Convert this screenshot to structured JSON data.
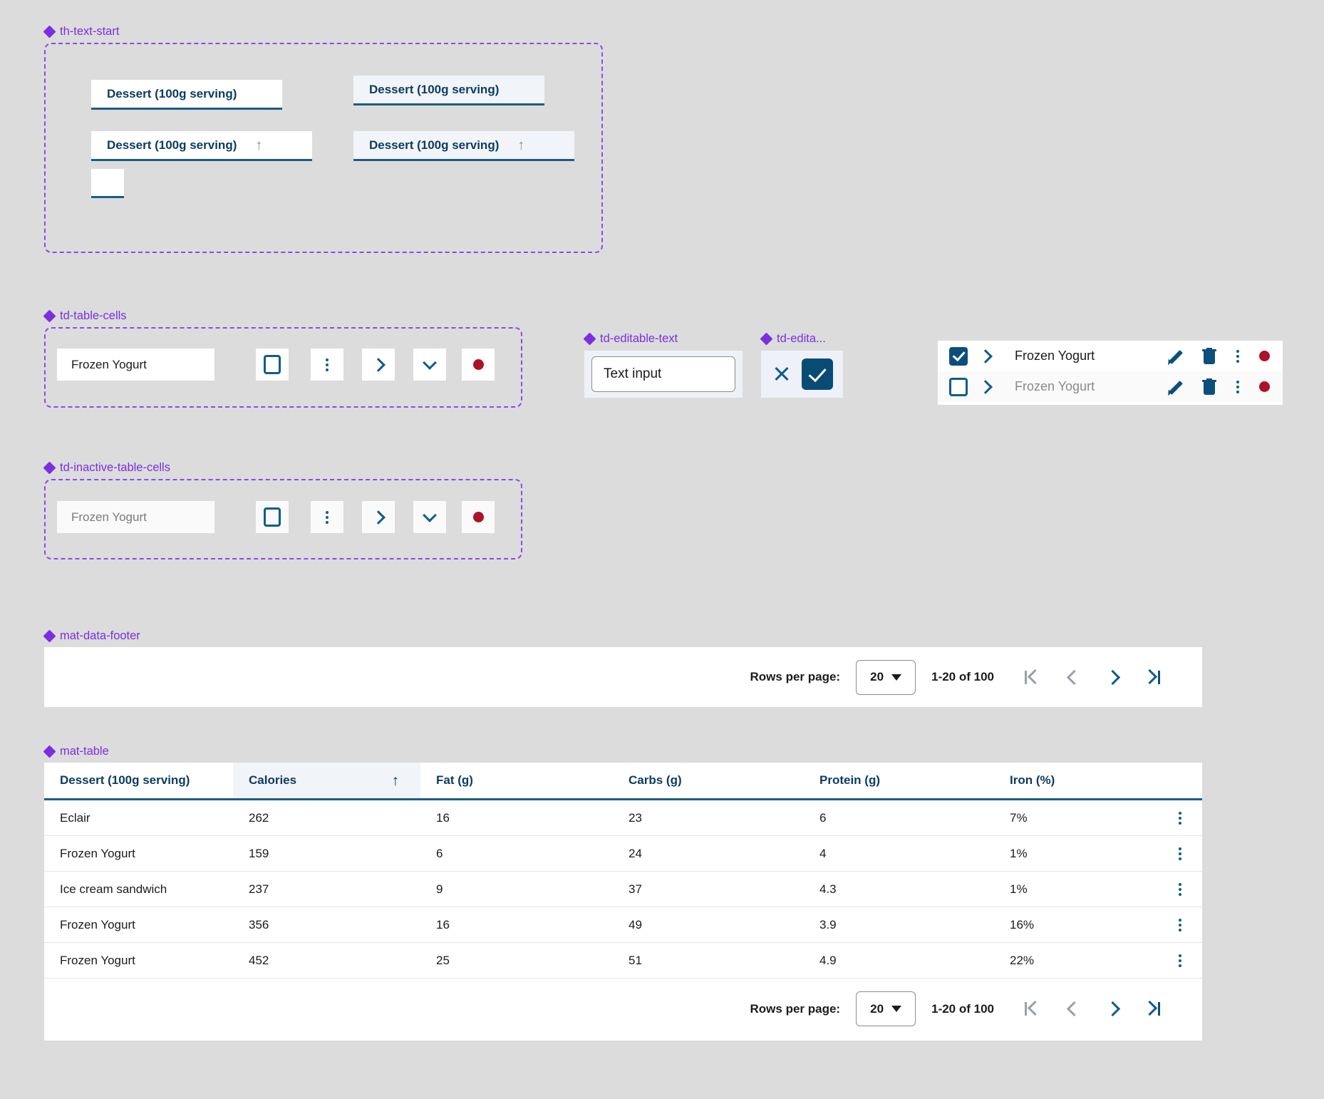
{
  "annotations": {
    "th_text_start": "th-text-start",
    "td_table_cells": "td-table-cells",
    "td_editable_text": "td-editable-text",
    "td_editable_actions": "td-edita...",
    "td_inactive_table_cells": "td-inactive-table-cells",
    "mat_data_footer": "mat-data-footer",
    "mat_table": "mat-table"
  },
  "th_buttons": [
    {
      "label": "Dessert (100g serving)",
      "sort_icon": "",
      "variant": "plain"
    },
    {
      "label": "Dessert (100g serving)",
      "sort_icon": "",
      "variant": "alt"
    },
    {
      "label": "Dessert (100g serving)",
      "sort_icon": "↑",
      "variant": "plain"
    },
    {
      "label": "Dessert (100g serving)",
      "sort_icon": "↑",
      "variant": "alt"
    },
    {
      "label": "",
      "sort_icon": "",
      "variant": "empty"
    }
  ],
  "cells_active": {
    "text_value": "Frozen Yogurt",
    "icons": [
      "checkbox-icon",
      "more-vert-icon",
      "chevron-right-icon",
      "chevron-down-icon",
      "status-dot-icon"
    ]
  },
  "cells_inactive": {
    "text_value": "Frozen Yogurt",
    "icons": [
      "checkbox-icon",
      "more-vert-icon",
      "chevron-right-icon",
      "chevron-down-icon",
      "status-dot-icon"
    ]
  },
  "editable_text": {
    "value": "Text input",
    "placeholder": "Text input"
  },
  "editable_actions": {
    "cancel_icon": "close-icon",
    "confirm_icon": "check-icon"
  },
  "selection_list": {
    "rows": [
      {
        "checked": true,
        "label": "Frozen Yogurt",
        "muted": false
      },
      {
        "checked": false,
        "label": "Frozen Yogurt",
        "muted": true
      }
    ],
    "row_actions": [
      "edit-icon",
      "delete-icon",
      "more-vert-icon",
      "status-dot-icon"
    ]
  },
  "paginator": {
    "rows_per_page_label": "Rows per page:",
    "page_size": "20",
    "range_label": "1-20 of 100",
    "buttons": [
      "first-page-icon",
      "previous-page-icon",
      "next-page-icon",
      "last-page-icon"
    ]
  },
  "chart_data": {
    "type": "table",
    "title": "mat-table",
    "columns": [
      "Dessert (100g serving)",
      "Calories",
      "Fat (g)",
      "Carbs (g)",
      "Protein (g)",
      "Iron (%)"
    ],
    "sorted_column": "Calories",
    "sort_direction": "ascending",
    "rows": [
      [
        "Eclair",
        "262",
        "16",
        "23",
        "6",
        "7%"
      ],
      [
        "Frozen Yogurt",
        "159",
        "6",
        "24",
        "4",
        "1%"
      ],
      [
        "Ice cream sandwich",
        "237",
        "9",
        "37",
        "4.3",
        "1%"
      ],
      [
        "Frozen Yogurt",
        "356",
        "16",
        "49",
        "3.9",
        "16%"
      ],
      [
        "Frozen Yogurt",
        "452",
        "25",
        "51",
        "4.9",
        "22%"
      ]
    ]
  },
  "colors": {
    "page_bg": "#dcdcdc",
    "annotation_purple": "#7b2fe0",
    "header_blue": "#0d3c61",
    "icon_blue": "#0f5c8c",
    "accent_fill": "#084c75",
    "status_red": "#ad1226",
    "muted_text": "#8a8a8a"
  }
}
